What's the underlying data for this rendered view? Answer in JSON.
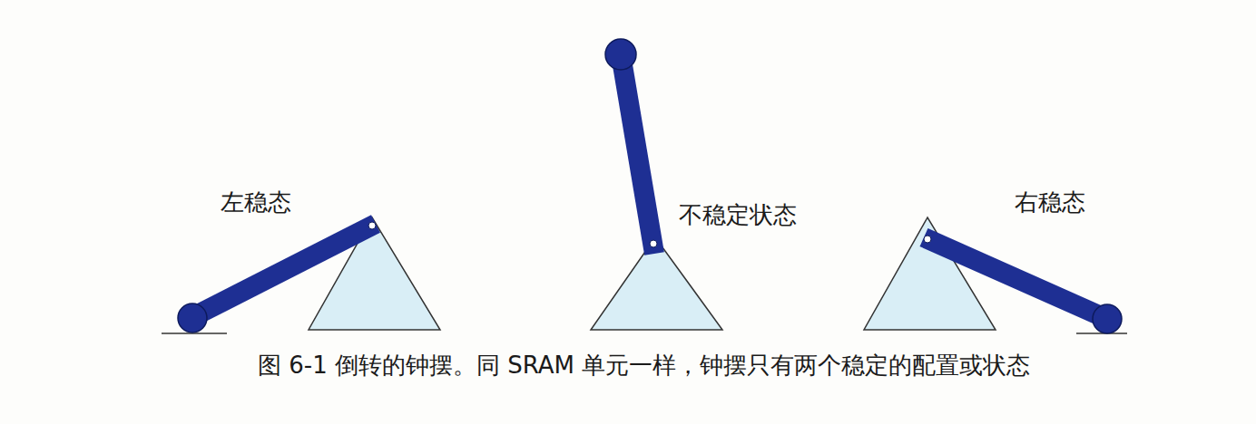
{
  "diagram": {
    "caption": "图 6-1 倒转的钟摆。同 SRAM 单元一样，钟摆只有两个稳定的配置或状态",
    "labels": [
      "左稳态",
      "不稳定状态",
      "右稳态"
    ]
  }
}
